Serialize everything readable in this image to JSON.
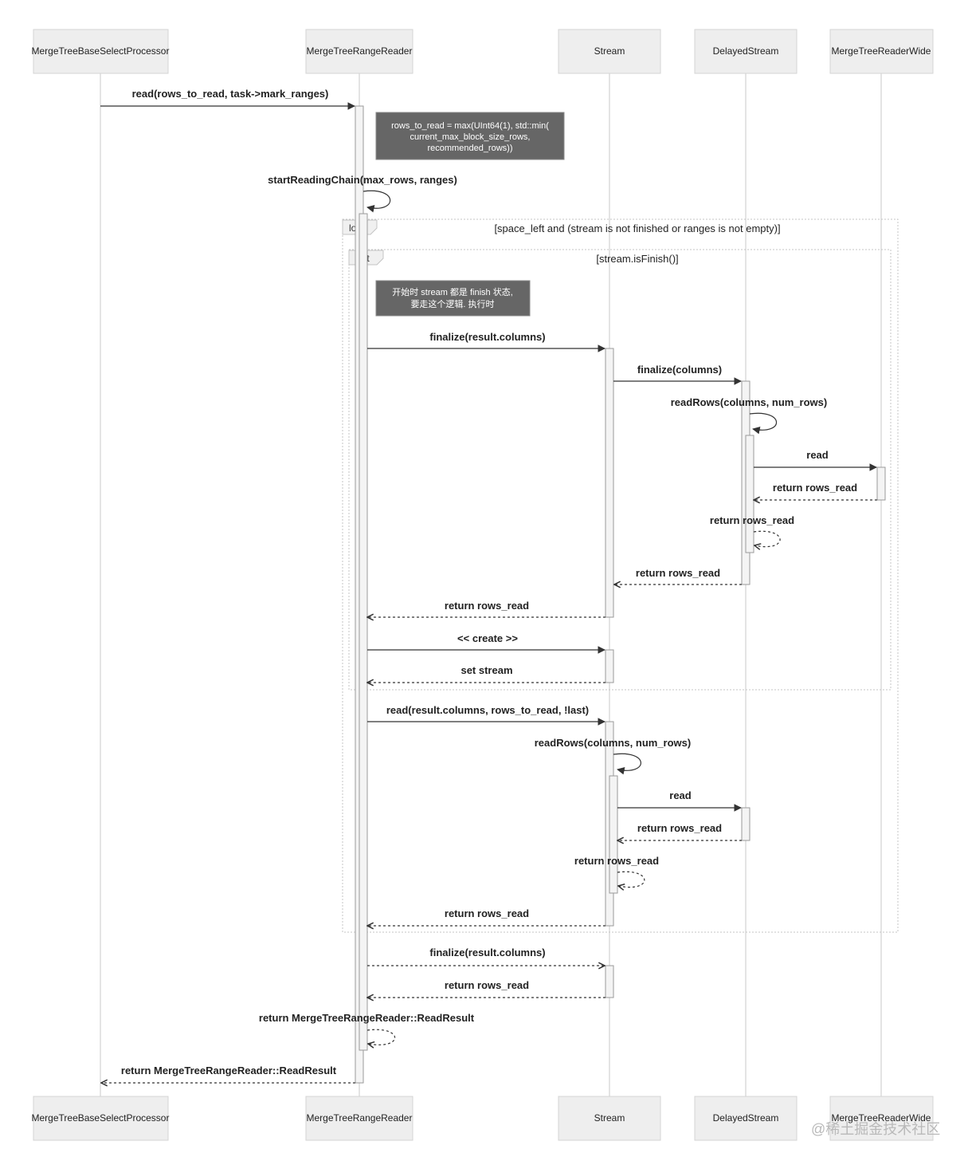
{
  "actors": [
    {
      "id": "base",
      "name": "MergeTreeBaseSelectProcessor"
    },
    {
      "id": "range",
      "name": "MergeTreeRangeReader"
    },
    {
      "id": "stream",
      "name": "Stream"
    },
    {
      "id": "delayed",
      "name": "DelayedStream"
    },
    {
      "id": "wide",
      "name": "MergeTreeReaderWide"
    }
  ],
  "notes": [
    {
      "id": "note-rows",
      "lines": [
        "rows_to_read = max(UInt64(1), std::min(",
        "current_max_block_size_rows,",
        "recommended_rows))"
      ]
    },
    {
      "id": "note-finish",
      "lines": [
        "开始时 stream 都是 finish 状态,",
        "要走这个逻辑. 执行时"
      ]
    }
  ],
  "frames": [
    {
      "id": "loop",
      "label": "loop",
      "condition": "[space_left and (stream is not finished or ranges is not empty)]"
    },
    {
      "id": "alt",
      "label": "alt",
      "condition": "[stream.isFinish()]"
    }
  ],
  "messages": [
    {
      "from": "base",
      "to": "range",
      "label": "read(rows_to_read, task->mark_ranges)",
      "style": "solid"
    },
    {
      "from": "range",
      "to": "range",
      "label": "startReadingChain(max_rows, ranges)",
      "style": "solid"
    },
    {
      "from": "range",
      "to": "stream",
      "label": "finalize(result.columns)",
      "style": "solid"
    },
    {
      "from": "stream",
      "to": "delayed",
      "label": "finalize(columns)",
      "style": "solid"
    },
    {
      "from": "delayed",
      "to": "delayed",
      "label": "readRows(columns, num_rows)",
      "style": "solid"
    },
    {
      "from": "delayed",
      "to": "wide",
      "label": "read",
      "style": "solid"
    },
    {
      "from": "wide",
      "to": "delayed",
      "label": "return rows_read",
      "style": "dashed"
    },
    {
      "from": "delayed",
      "to": "delayed",
      "label": "return rows_read",
      "style": "dashed"
    },
    {
      "from": "delayed",
      "to": "stream",
      "label": "return rows_read",
      "style": "dashed"
    },
    {
      "from": "stream",
      "to": "range",
      "label": "return rows_read",
      "style": "dashed"
    },
    {
      "from": "range",
      "to": "stream",
      "label": "<< create >>",
      "style": "solid"
    },
    {
      "from": "stream",
      "to": "range",
      "label": "set stream",
      "style": "dashed"
    },
    {
      "from": "range",
      "to": "stream",
      "label": "read(result.columns, rows_to_read, !last)",
      "style": "solid"
    },
    {
      "from": "stream",
      "to": "stream",
      "label": "readRows(columns, num_rows)",
      "style": "solid"
    },
    {
      "from": "stream",
      "to": "delayed",
      "label": "read",
      "style": "solid"
    },
    {
      "from": "delayed",
      "to": "stream",
      "label": "return rows_read",
      "style": "dashed"
    },
    {
      "from": "stream",
      "to": "stream",
      "label": "return rows_read",
      "style": "dashed"
    },
    {
      "from": "stream",
      "to": "range",
      "label": "return rows_read",
      "style": "dashed"
    },
    {
      "from": "range",
      "to": "stream",
      "label": "finalize(result.columns)",
      "style": "dashed"
    },
    {
      "from": "stream",
      "to": "range",
      "label": "return rows_read",
      "style": "dashed"
    },
    {
      "from": "range",
      "to": "range",
      "label": "return MergeTreeRangeReader::ReadResult",
      "style": "dashed"
    },
    {
      "from": "range",
      "to": "base",
      "label": "return MergeTreeRangeReader::ReadResult",
      "style": "dashed"
    }
  ],
  "watermark": "@稀土掘金技术社区"
}
